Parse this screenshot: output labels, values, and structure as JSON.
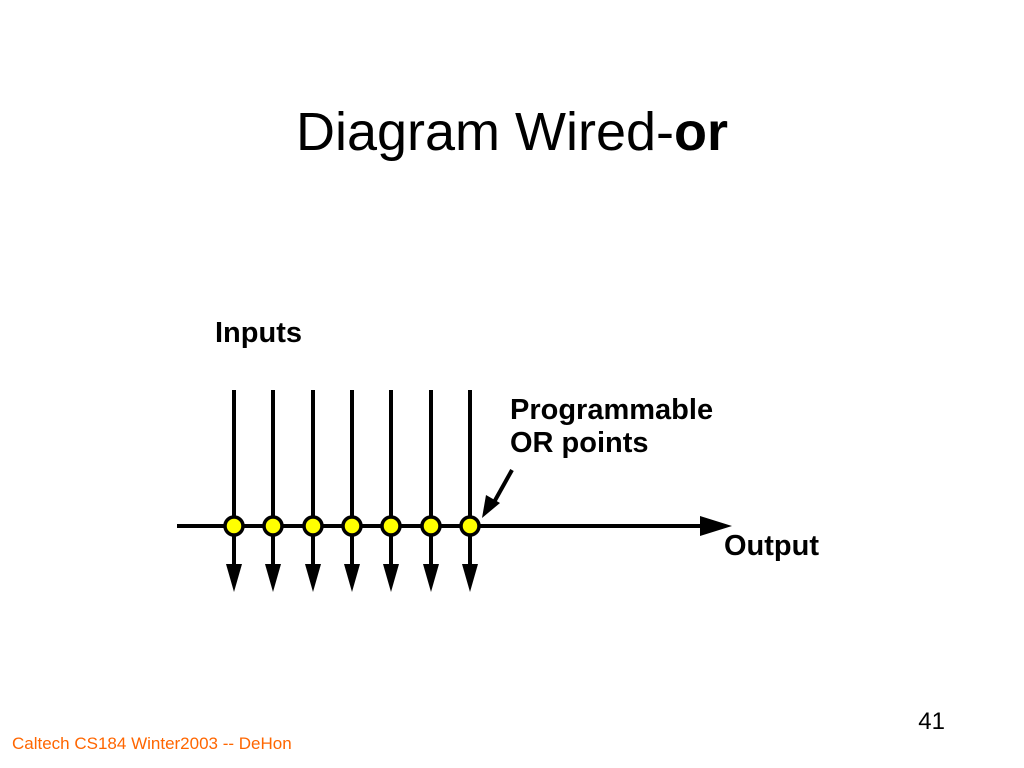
{
  "slide": {
    "title_prefix": "Diagram Wired-",
    "title_bold": "or",
    "footer": "Caltech CS184 Winter2003 -- DeHon",
    "page_number": "41"
  },
  "diagram": {
    "inputs_label": "Inputs",
    "or_points_label_line1": "Programmable",
    "or_points_label_line2": "OR points",
    "output_label": "Output",
    "input_count": 7,
    "colors": {
      "wire": "#000000",
      "or_point_fill": "#ffff00",
      "or_point_stroke": "#000000"
    }
  }
}
